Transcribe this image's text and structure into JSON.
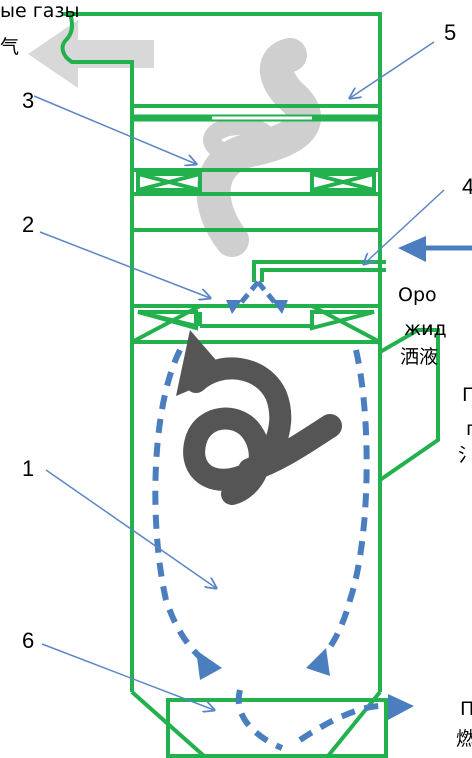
{
  "labels": {
    "top_left_ru": "ые газы",
    "top_left_cn": "气",
    "right_irrigation_ru_1": "Оро",
    "right_irrigation_ru_2": "жид",
    "right_irrigation_cn": "洒液",
    "right_mid_1": "П",
    "right_mid_2": "г",
    "right_mid_3": "氵",
    "bottom_right_ru": "П",
    "bottom_right_cn": "燃"
  },
  "callouts": [
    {
      "id": "1",
      "label": "1"
    },
    {
      "id": "2",
      "label": "2"
    },
    {
      "id": "3",
      "label": "3"
    },
    {
      "id": "4",
      "label": "4"
    },
    {
      "id": "5",
      "label": "5"
    },
    {
      "id": "6",
      "label": "6"
    }
  ],
  "colors": {
    "vessel_outline": "#22b14c",
    "flow_arrow_blue": "#4a7ebf",
    "callout_line": "#5b86c5",
    "gas_swirl_grey": "#cfcfcf",
    "vortex_dark": "#555555"
  }
}
